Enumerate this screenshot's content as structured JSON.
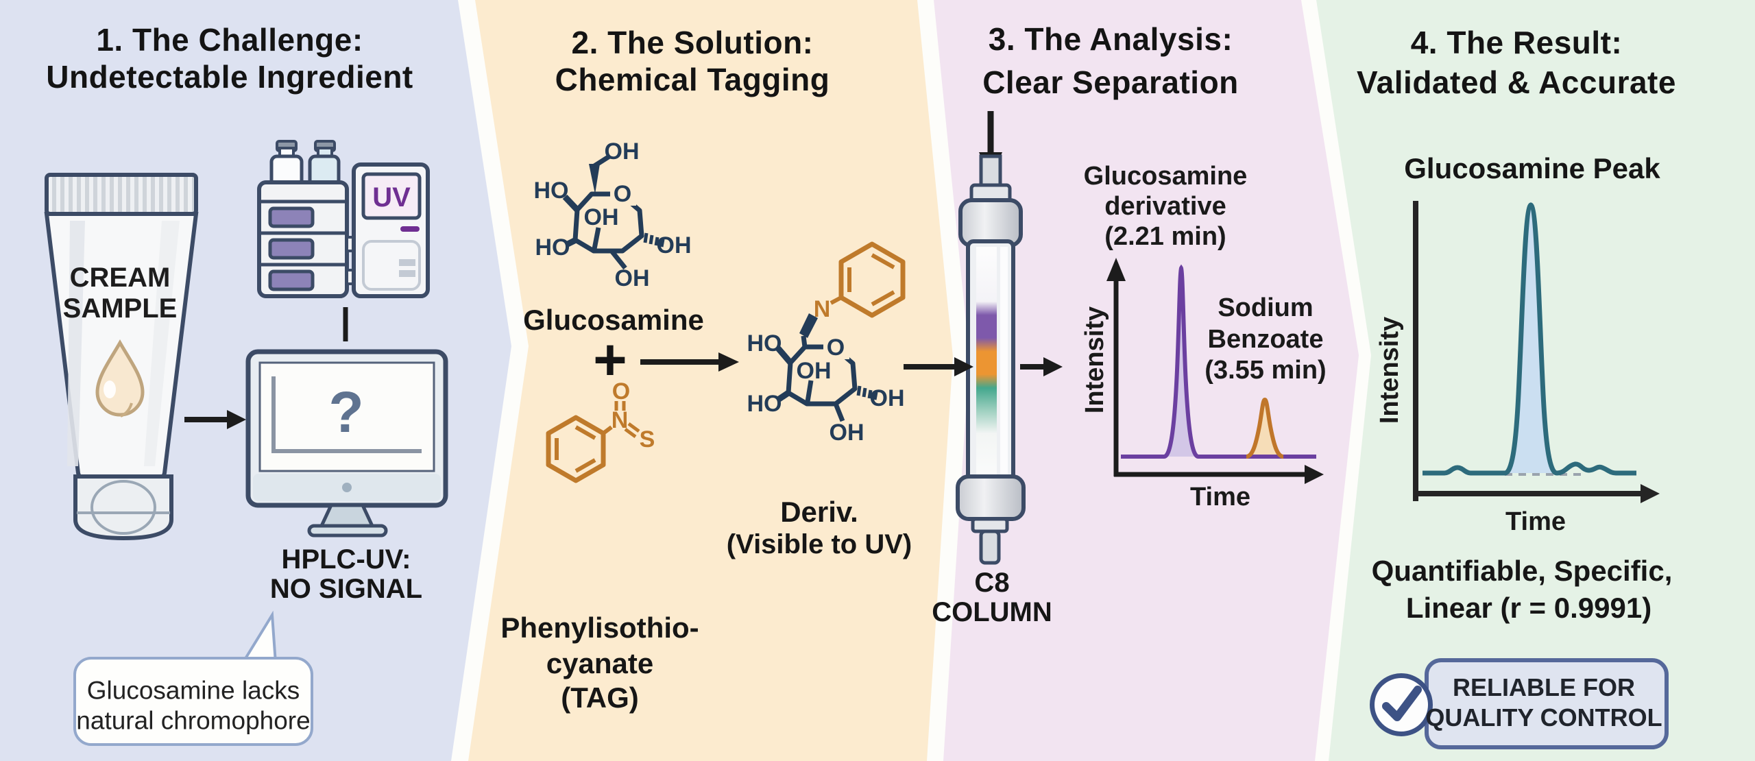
{
  "colors": {
    "panel1_bg": "#dde2f1",
    "panel2_bg": "#fcebcf",
    "panel3_bg": "#f2e4f1",
    "panel4_bg": "#e5f2e6",
    "outline_navy": "#3c4b66",
    "structure_navy": "#233c58",
    "structure_orange": "#bf7a2b",
    "uv_purple": "#6f2f92",
    "peak_purple": "#6b3fa0",
    "peak_orange": "#c0762a",
    "peak_teal": "#2d6b7c",
    "band_purple": "#7e59ab",
    "band_orange": "#ec9532",
    "band_teal": "#44a78d"
  },
  "panel1": {
    "title1": "1. The Challenge:",
    "title2": "Undetectable Ingredient",
    "tube_line1": "CREAM",
    "tube_line2": "SAMPLE",
    "uv": "UV",
    "question_mark": "?",
    "caption1": "HPLC-UV:",
    "caption2": "NO SIGNAL",
    "bubble1": "Glucosamine lacks",
    "bubble2": "natural chromophore"
  },
  "panel2": {
    "title1": "2. The Solution:",
    "title2": "Chemical Tagging",
    "glucosamine_caption": "Glucosamine",
    "plus": "+",
    "pitc_caption1": "Phenylisothio-",
    "pitc_caption2": "cyanate",
    "pitc_caption3": "(TAG)",
    "deriv_caption1": "Deriv.",
    "deriv_caption2": "(Visible to UV)",
    "glucosamine_atoms": {
      "top": "OH",
      "upper_left": "HO",
      "ring_o": "O",
      "inner": "OH",
      "lower_left": "HO",
      "right": "OH",
      "bottom": "OH"
    },
    "pitc_atoms": {
      "o": "O",
      "n": "N",
      "s": "S"
    },
    "deriv_atoms": {
      "n": "N",
      "upper_left": "HO",
      "ring_o": "O",
      "inner": "OH",
      "lower_left": "HO",
      "right": "OH",
      "bottom": "OH"
    }
  },
  "panel3": {
    "title1": "3. The Analysis:",
    "title2": "Clear Separation",
    "column_label1": "C8",
    "column_label2": "COLUMN",
    "peak1_line1": "Glucosamine",
    "peak1_line2": "derivative",
    "peak1_line3": "(2.21 min)",
    "peak2_line1": "Sodium",
    "peak2_line2": "Benzoate",
    "peak2_line3": "(3.55 min)",
    "ylabel": "Intensity",
    "xlabel": "Time"
  },
  "panel4": {
    "title1": "4. The Result:",
    "title2": "Validated & Accurate",
    "chart_title": "Glucosamine Peak",
    "ylabel": "Intensity",
    "xlabel": "Time",
    "caption1": "Quantifiable, Specific,",
    "caption2": "Linear (r = 0.9991)",
    "badge1": "RELIABLE FOR",
    "badge2": "QUALITY CONTROL"
  },
  "chart_data": [
    {
      "type": "line",
      "title": "Clear separation chromatogram",
      "xlabel": "Time",
      "ylabel": "Intensity",
      "grid": false,
      "series": [
        {
          "name": "Glucosamine derivative",
          "retention_min": 2.21,
          "relative_height": 1.0,
          "color": "#6b3fa0"
        },
        {
          "name": "Sodium Benzoate",
          "retention_min": 3.55,
          "relative_height": 0.32,
          "color": "#c0762a"
        }
      ]
    },
    {
      "type": "line",
      "title": "Glucosamine Peak",
      "xlabel": "Time",
      "ylabel": "Intensity",
      "grid": false,
      "series": [
        {
          "name": "Glucosamine",
          "relative_height": 1.0,
          "color": "#2d6b7c"
        }
      ],
      "annotations": [
        "single sharp peak on flat baseline",
        "dashed baseline segment under peak"
      ]
    }
  ]
}
